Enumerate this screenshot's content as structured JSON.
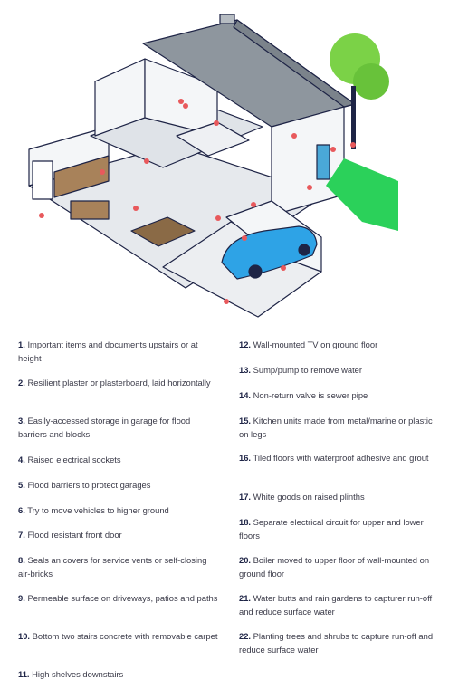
{
  "colors": {
    "outline": "#1e2446",
    "roof": "#8e969e",
    "wall": "#f4f6f8",
    "floor": "#e6e9ed",
    "door": "#4aa8d8",
    "car": "#2ea3e6",
    "grass": "#2bd15a",
    "tree": "#7bd247",
    "marker": "#e8595c"
  },
  "legend": {
    "left": [
      {
        "num": "1.",
        "text": "Important items and documents upstairs or at height"
      },
      {
        "num": "2.",
        "text": "Resilient plaster or plasterboard, laid horizontally"
      },
      {
        "num": "3.",
        "text": "Easily-accessed storage in garage for flood barriers and blocks"
      },
      {
        "num": "4.",
        "text": "Raised electrical sockets"
      },
      {
        "num": "5.",
        "text": "Flood barriers to protect garages"
      },
      {
        "num": "6.",
        "text": "Try to move vehicles to higher ground"
      },
      {
        "num": "7.",
        "text": "Flood resistant front door"
      },
      {
        "num": "8.",
        "text": "Seals an covers for service vents or self-closing air-bricks"
      },
      {
        "num": "9.",
        "text": "Permeable surface on driveways, patios and paths"
      },
      {
        "num": "10.",
        "text": "Bottom two stairs concrete with removable carpet"
      },
      {
        "num": "11.",
        "text": "High shelves downstairs"
      }
    ],
    "right": [
      {
        "num": "12.",
        "text": "Wall-mounted TV on ground floor"
      },
      {
        "num": "13.",
        "text": "Sump/pump to remove water"
      },
      {
        "num": "14.",
        "text": "Non-return valve is sewer pipe"
      },
      {
        "num": "15.",
        "text": "Kitchen units made from metal/marine or plastic on legs"
      },
      {
        "num": "16.",
        "text": "Tiled floors with waterproof adhesive and grout"
      },
      {
        "num": "17.",
        "text": "White goods on raised plinths"
      },
      {
        "num": "18.",
        "text": "Separate electrical circuit for upper and lower floors"
      },
      {
        "num": "20.",
        "text": "Boiler moved to upper floor of wall-mounted on ground floor"
      },
      {
        "num": "21.",
        "text": "Water butts and rain gardens to capturer run-off and reduce surface water"
      },
      {
        "num": "22.",
        "text": "Planting trees and shrubs to capture run-off and reduce surface water"
      }
    ]
  }
}
